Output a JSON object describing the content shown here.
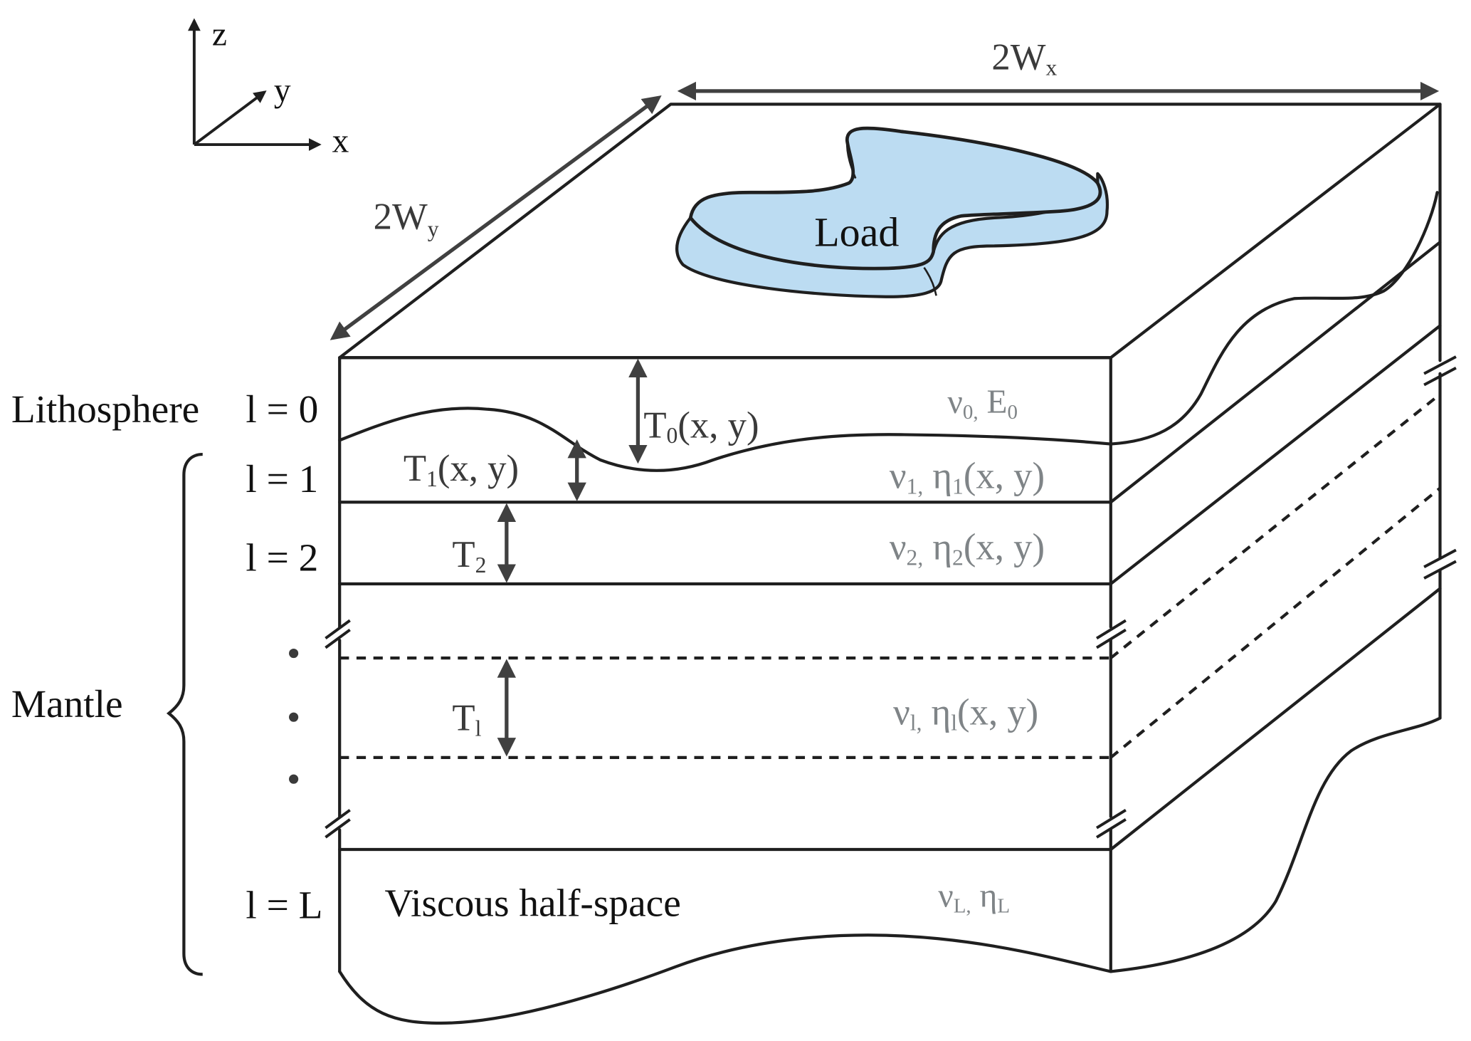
{
  "axes": {
    "z": "z",
    "y": "y",
    "x": "x"
  },
  "dimensions": {
    "width_x": {
      "base": "2W",
      "sub": "x"
    },
    "width_y": {
      "base": "2W",
      "sub": "y"
    }
  },
  "load": {
    "label": "Load",
    "color": "#bcdcf2"
  },
  "left_labels": {
    "lithosphere": "Lithosphere",
    "mantle": "Mantle",
    "layers": [
      "l = 0",
      "l = 1",
      "l = 2",
      "l = L"
    ]
  },
  "thickness_labels": {
    "t0": {
      "base": "T",
      "sub": "0",
      "tail": "(x, y)"
    },
    "t1": {
      "base": "T",
      "sub": "1",
      "tail": "(x, y)"
    },
    "t2": {
      "base": "T",
      "sub": "2",
      "tail": ""
    },
    "tl": {
      "base": "T",
      "sub": "l",
      "tail": ""
    }
  },
  "half_space_label": "Viscous half-space",
  "properties": {
    "p0": {
      "a": "ν",
      "asub": "0,",
      "b": " E",
      "bsub": "0",
      "tail": ""
    },
    "p1": {
      "a": "ν",
      "asub": "1,",
      "b": " η",
      "bsub": "1",
      "tail": "(x, y)"
    },
    "p2": {
      "a": "ν",
      "asub": "2,",
      "b": " η",
      "bsub": "2",
      "tail": "(x, y)"
    },
    "pl": {
      "a": "ν",
      "asub": "l,",
      "b": " η",
      "bsub": "l",
      "tail": "(x, y)"
    },
    "pL": {
      "a": "ν",
      "asub": "L,",
      "b": " η",
      "bsub": "L",
      "tail": ""
    }
  },
  "colors": {
    "line": "#1f1f1f",
    "dimension": "#404040",
    "property_text": "#7f8487"
  }
}
